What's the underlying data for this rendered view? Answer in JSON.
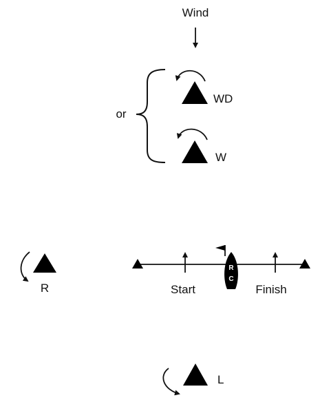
{
  "labels": {
    "wind": "Wind",
    "or": "or",
    "windward_offset": "WD",
    "windward": "W",
    "reach": "R",
    "leeward": "L",
    "start": "Start",
    "finish": "Finish",
    "committee_boat_top": "R",
    "committee_boat_bottom": "C"
  },
  "colors": {
    "ink": "#111111",
    "background": "#ffffff"
  }
}
